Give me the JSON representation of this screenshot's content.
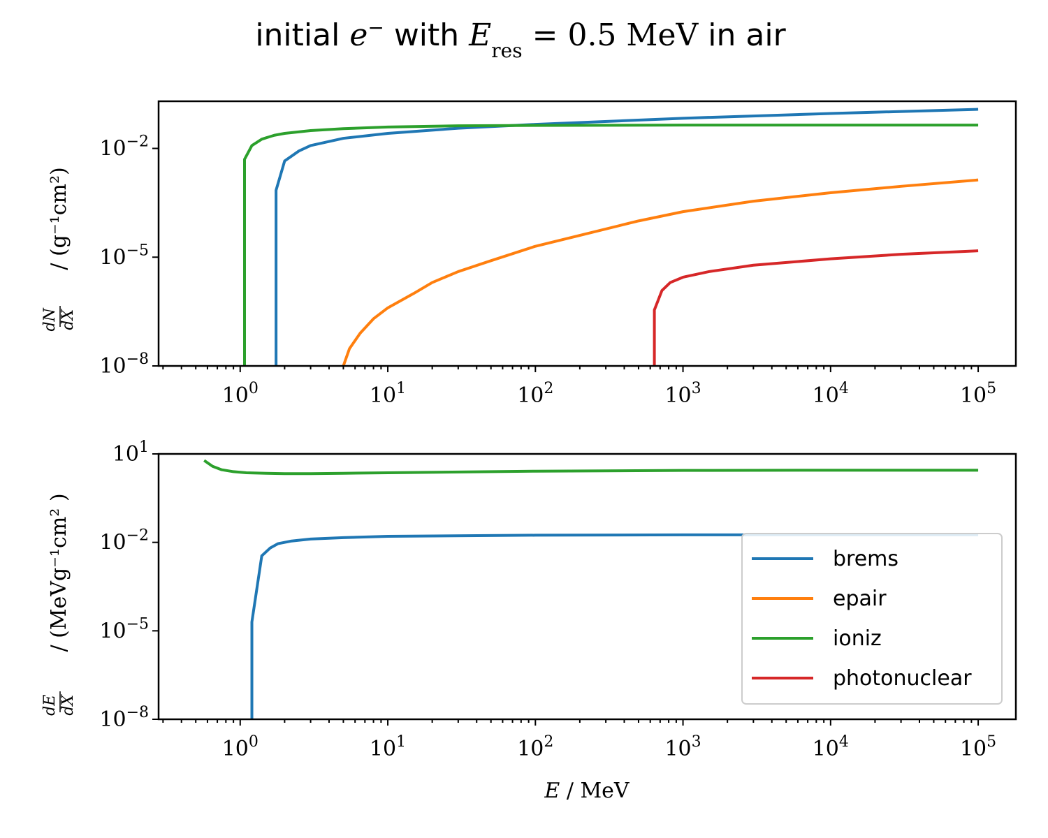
{
  "chart_data": [
    {
      "type": "line",
      "title": "initial e⁻ with E_res = 0.5 MeV in air",
      "title_parts": {
        "prefix": "initial ",
        "particle": "e",
        "charge": "−",
        "mid": " with ",
        "var": "E",
        "sub": "res",
        "eq": " = 0.5 ",
        "unit": "MeV",
        "suffix": " in air"
      },
      "ylabel": "dN/dX / (g⁻¹cm²)",
      "ylabel_parts": {
        "frac_num": "dN",
        "frac_den": "dX",
        "rest": " / (g⁻¹cm²)"
      },
      "xlabel": "",
      "xscale": "log",
      "yscale": "log",
      "xlim": [
        0.28,
        180000
      ],
      "ylim": [
        1e-08,
        0.2
      ],
      "x_ticks": [
        "10⁰",
        "10¹",
        "10²",
        "10³",
        "10⁴",
        "10⁵"
      ],
      "x_tick_values": [
        1,
        10,
        100,
        1000,
        10000,
        100000
      ],
      "y_ticks": [
        "10⁻⁸",
        "10⁻⁵",
        "10⁻²"
      ],
      "y_tick_values": [
        1e-08,
        1e-05,
        0.01
      ],
      "series": [
        {
          "name": "brems",
          "color": "#1f77b4",
          "x": [
            1.75,
            1.75,
            2.0,
            2.5,
            3,
            5,
            10,
            30,
            100,
            1000,
            10000,
            100000
          ],
          "y": [
            1e-08,
            0.0007,
            0.0045,
            0.0085,
            0.012,
            0.019,
            0.026,
            0.036,
            0.046,
            0.068,
            0.092,
            0.12
          ]
        },
        {
          "name": "epair",
          "color": "#ff7f0e",
          "x": [
            5.0,
            5.5,
            6.5,
            8,
            10,
            15,
            20,
            30,
            50,
            100,
            200,
            500,
            1000,
            3000,
            10000,
            30000,
            100000
          ],
          "y": [
            1e-08,
            3e-08,
            8e-08,
            2e-07,
            4e-07,
            1e-06,
            2e-06,
            4e-06,
            8e-06,
            2e-05,
            4e-05,
            0.0001,
            0.00018,
            0.00035,
            0.0006,
            0.0009,
            0.00135
          ]
        },
        {
          "name": "ioniz",
          "color": "#2ca02c",
          "x": [
            1.07,
            1.07,
            1.2,
            1.4,
            1.7,
            2.0,
            3,
            5,
            10,
            30,
            100,
            1000,
            10000,
            100000
          ],
          "y": [
            1e-08,
            0.005,
            0.012,
            0.018,
            0.023,
            0.026,
            0.031,
            0.035,
            0.039,
            0.042,
            0.043,
            0.044,
            0.044,
            0.044
          ]
        },
        {
          "name": "photonuclear",
          "color": "#d62728",
          "x": [
            640,
            640,
            720,
            820,
            1000,
            1500,
            3000,
            10000,
            30000,
            100000
          ],
          "y": [
            1e-08,
            3.5e-07,
            1.2e-06,
            2e-06,
            2.8e-06,
            4e-06,
            6e-06,
            9e-06,
            1.2e-05,
            1.5e-05
          ]
        }
      ]
    },
    {
      "type": "line",
      "ylabel": "dE/dX / (MeV g⁻¹cm² )",
      "ylabel_parts": {
        "frac_num": "dE",
        "frac_den": "dX",
        "rest": " / (MeVg⁻¹cm² )"
      },
      "xlabel": "E / MeV",
      "xlabel_parts": {
        "var": "E",
        "rest": " / MeV"
      },
      "xscale": "log",
      "yscale": "log",
      "xlim": [
        0.28,
        180000
      ],
      "ylim": [
        1e-08,
        10
      ],
      "x_ticks": [
        "10⁰",
        "10¹",
        "10²",
        "10³",
        "10⁴",
        "10⁵"
      ],
      "x_tick_values": [
        1,
        10,
        100,
        1000,
        10000,
        100000
      ],
      "y_ticks": [
        "10⁻⁸",
        "10⁻⁵",
        "10⁻²",
        "10¹"
      ],
      "y_tick_values": [
        1e-08,
        1e-05,
        0.01,
        10
      ],
      "legend": {
        "position": "lower-right",
        "entries": [
          "brems",
          "epair",
          "ioniz",
          "photonuclear"
        ]
      },
      "series": [
        {
          "name": "brems",
          "color": "#1f77b4",
          "x": [
            1.2,
            1.2,
            1.4,
            1.6,
            1.8,
            2.2,
            3,
            5,
            10,
            100,
            1000,
            10000,
            100000
          ],
          "y": [
            1e-08,
            2e-05,
            0.0035,
            0.0065,
            0.009,
            0.011,
            0.013,
            0.0145,
            0.016,
            0.0175,
            0.018,
            0.018,
            0.018
          ]
        },
        {
          "name": "ioniz",
          "color": "#2ca02c",
          "x": [
            0.57,
            0.65,
            0.75,
            0.9,
            1.1,
            1.5,
            2,
            3,
            5,
            10,
            100,
            1000,
            10000,
            100000
          ],
          "y": [
            6,
            3.8,
            2.9,
            2.5,
            2.3,
            2.2,
            2.15,
            2.15,
            2.2,
            2.3,
            2.6,
            2.75,
            2.8,
            2.8
          ]
        }
      ]
    }
  ]
}
